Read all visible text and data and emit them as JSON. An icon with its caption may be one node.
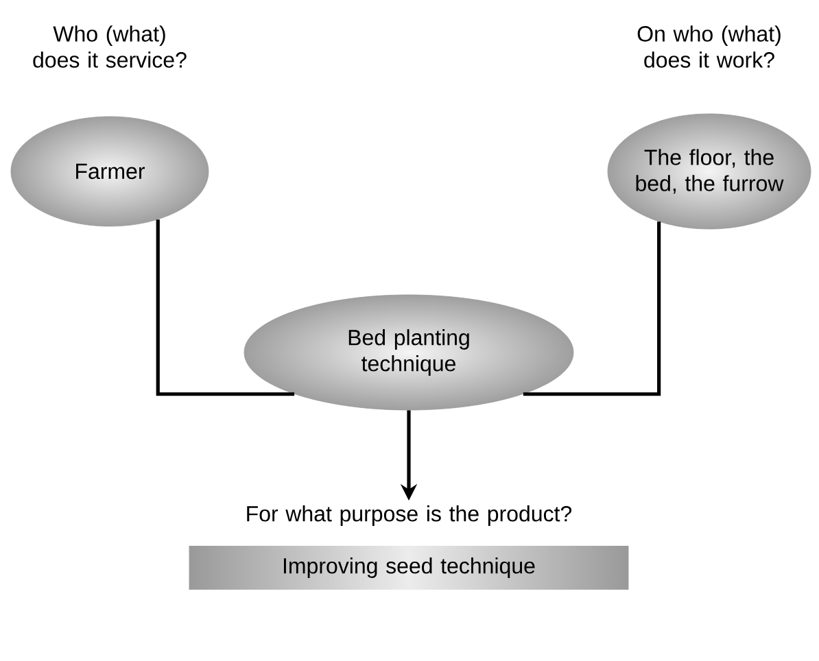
{
  "diagram": {
    "nodes": [
      {
        "text": [
          "Who (what) does it service?",
          "Farmer"
        ]
      },
      {
        "text": [
          "On who (what) does it work?",
          "The floor, the bed, the furrow"
        ]
      },
      {
        "text": [
          "Bed planting technique"
        ]
      },
      {
        "text": [
          "For what purpose is the product?",
          "Improving seed technique"
        ]
      }
    ],
    "edges": [
      {
        "from": 0,
        "to": 2,
        "arrow": "none"
      },
      {
        "from": 1,
        "to": 2,
        "arrow": "none"
      },
      {
        "from": 2,
        "to": 3,
        "arrow": "to"
      }
    ]
  }
}
